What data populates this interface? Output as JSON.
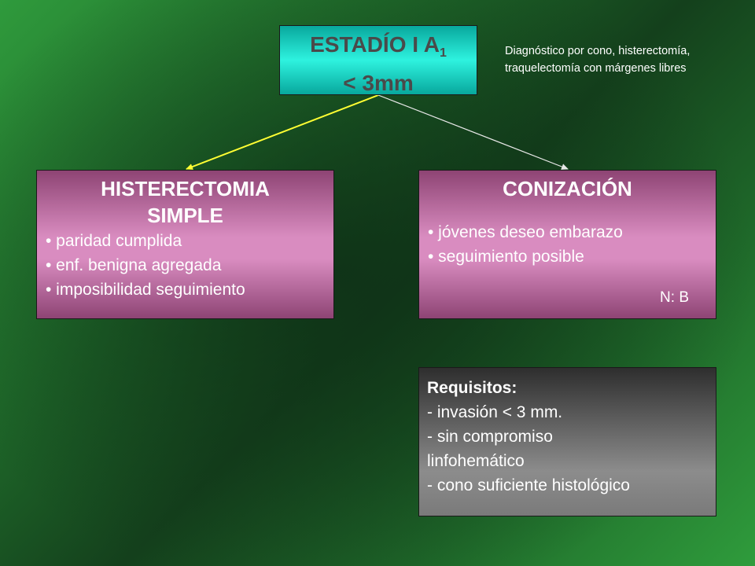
{
  "root": {
    "line1_text": "ESTADÍO I A",
    "line1_subscript": "1",
    "line2": "< 3mm"
  },
  "note": {
    "line1": "Diagnóstico por cono, histerectomía,",
    "line2": "traquelectomía con márgenes libres"
  },
  "histerectomia": {
    "title_line1": "HISTERECTOMIA",
    "title_line2": "SIMPLE",
    "bullets": [
      "• paridad cumplida",
      "• enf. benigna agregada",
      "• imposibilidad seguimiento"
    ]
  },
  "conizacion": {
    "title": "CONIZACIÓN",
    "bullets": [
      "• jóvenes deseo embarazo",
      "• seguimiento posible"
    ],
    "level": "N: B"
  },
  "requisitos": {
    "title": "Requisitos:",
    "lines": [
      "- invasión < 3 mm.",
      "- sin compromiso",
      "linfohemático",
      "- cono suficiente histológico"
    ]
  },
  "colors": {
    "root_fill": "#2ef2df",
    "pink_fill": "#d98cc0",
    "gray_fill": "#8c8c8c",
    "arrow_left": "#ffff33",
    "arrow_right": "#e8e8e8"
  }
}
